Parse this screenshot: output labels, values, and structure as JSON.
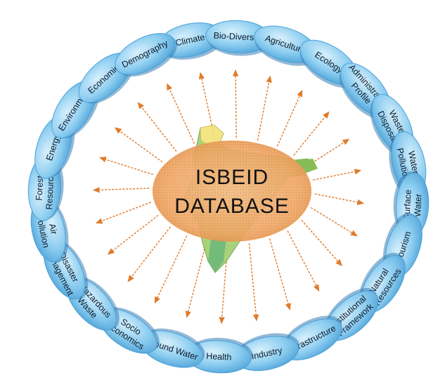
{
  "center": {
    "line1": "ISBEID",
    "line2": "DATABASE"
  },
  "colors": {
    "pill_fill": "#8ccdf0",
    "pill_edge": "#4a9fd6",
    "pill_shadow": "#3b7fb5",
    "arrow": "#e07b2a",
    "ellipse": "#f0a766",
    "map_green": "#7ab648",
    "map_yellow": "#f2e27a"
  },
  "nodes": [
    {
      "label": "Climate"
    },
    {
      "label": "Bio-Diversity"
    },
    {
      "label": "Agriculture"
    },
    {
      "label": "Ecology"
    },
    {
      "label": "Administrative Profile"
    },
    {
      "label": "Waste Disposal"
    },
    {
      "label": "Water Pollution"
    },
    {
      "label": "Surface Water"
    },
    {
      "label": "Tourism"
    },
    {
      "label": "Natural Resources"
    },
    {
      "label": "Institutional Framework"
    },
    {
      "label": "Infrastructure"
    },
    {
      "label": "Industry"
    },
    {
      "label": "Health"
    },
    {
      "label": "Ground Water"
    },
    {
      "label": "Socio Economics"
    },
    {
      "label": "Hazardous Waste"
    },
    {
      "label": "Disaster Management"
    },
    {
      "label": "Air Pollution"
    },
    {
      "label": "Forest Resources"
    },
    {
      "label": "Energy"
    },
    {
      "label": "Environment"
    },
    {
      "label": "Economics"
    },
    {
      "label": "Demography"
    }
  ]
}
